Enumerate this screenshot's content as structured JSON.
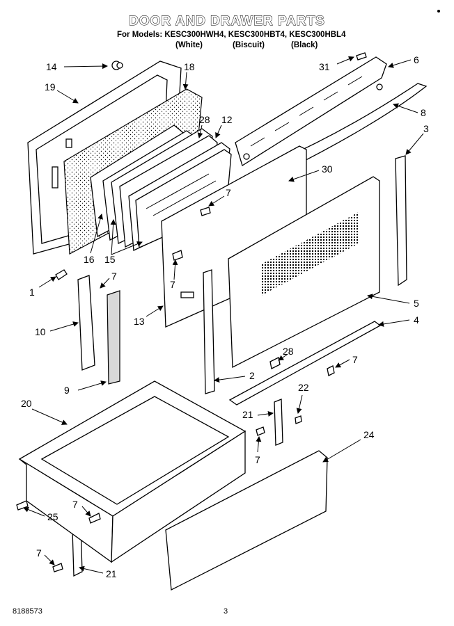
{
  "header": {
    "title": "DOOR AND DRAWER PARTS",
    "models_line": "For Models: KESC300HWH4, KESC300HBT4, KESC300HBL4",
    "variants": [
      "(White)",
      "(Biscuit)",
      "(Black)"
    ]
  },
  "callouts": [
    "14",
    "18",
    "19",
    "28",
    "12",
    "31",
    "6",
    "8",
    "3",
    "30",
    "7",
    "16",
    "15",
    "7",
    "1",
    "7",
    "13",
    "5",
    "10",
    "4",
    "28",
    "7",
    "2",
    "9",
    "20",
    "22",
    "21",
    "24",
    "7",
    "7",
    "25",
    "7",
    "21"
  ],
  "footer": {
    "doc_number": "8188573",
    "page_number": "3"
  }
}
